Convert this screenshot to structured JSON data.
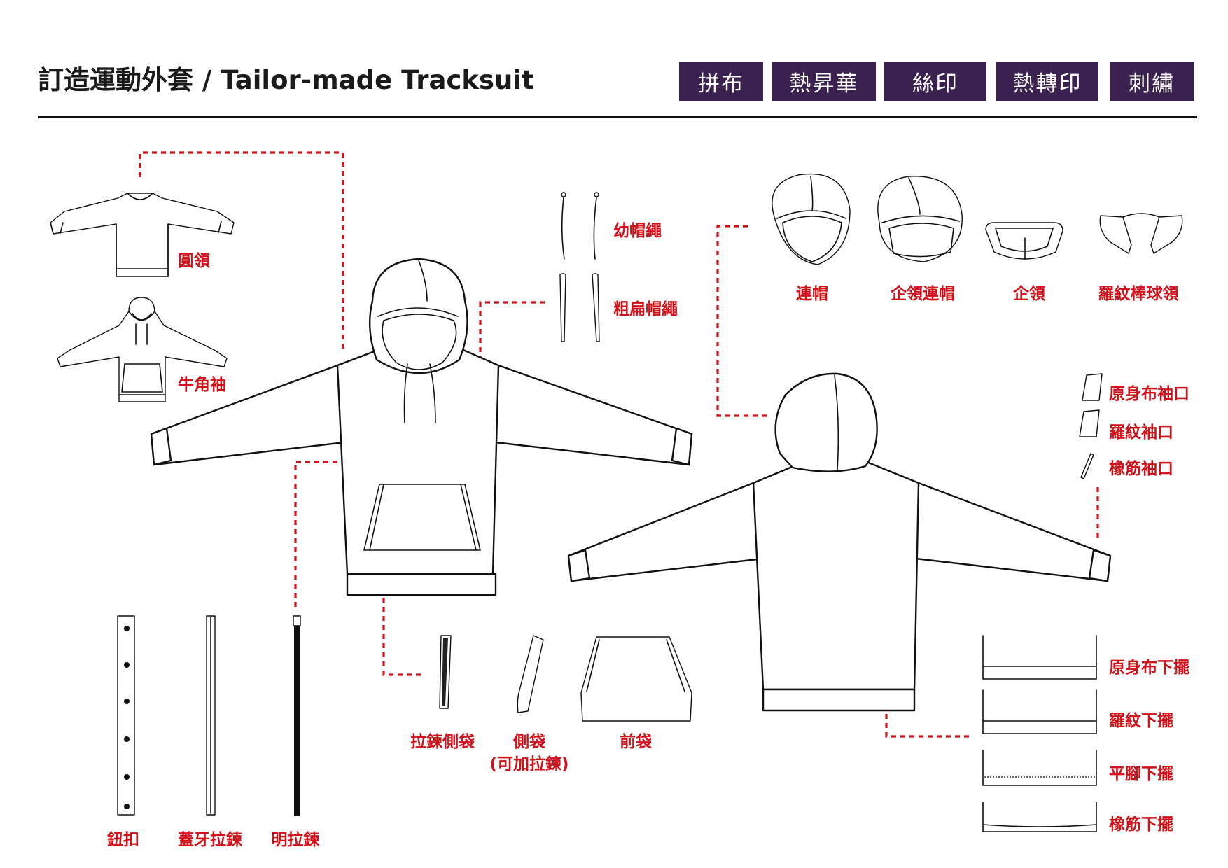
{
  "header": {
    "title": "訂造運動外套 / Tailor-made Tracksuit",
    "tabs": [
      {
        "label": "拼布"
      },
      {
        "label": "熱昇華"
      },
      {
        "label": "絲印"
      },
      {
        "label": "熱轉印"
      },
      {
        "label": "刺繡"
      }
    ]
  },
  "colors": {
    "accent": "#d2121a",
    "tab_bg": "#3b2150",
    "line": "#111111"
  },
  "sleeve_styles": [
    "圓領",
    "牛角袖"
  ],
  "drawstrings": [
    "幼帽繩",
    "粗扁帽繩"
  ],
  "hood_options": [
    "連帽",
    "企領連帽",
    "企領",
    "羅紋棒球領"
  ],
  "cuff_options": [
    "原身布袖口",
    "羅紋袖口",
    "橡筋袖口"
  ],
  "closures": [
    "鈕扣",
    "蓋牙拉鍊",
    "明拉鍊"
  ],
  "pockets": {
    "zip": "拉鍊側袋",
    "side": "側袋",
    "side_note": "(可加拉鍊)",
    "front": "前袋"
  },
  "hem_options": [
    "原身布下擺",
    "羅紋下擺",
    "平腳下擺",
    "橡筋下擺"
  ]
}
